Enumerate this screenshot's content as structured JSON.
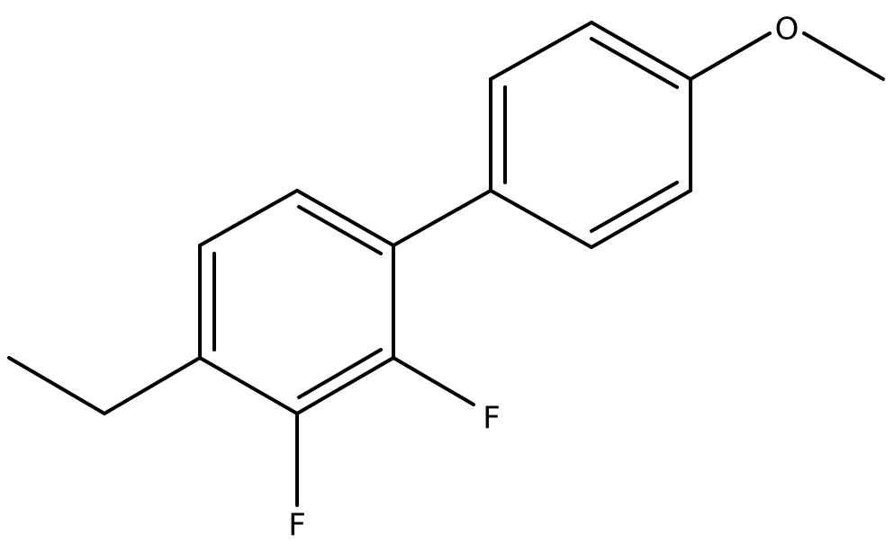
{
  "molecule": {
    "atoms": {
      "oxygen": "O",
      "fluorine_1": "F",
      "fluorine_2": "F"
    }
  },
  "colors": {
    "bond": "#000000",
    "label": "#000000",
    "background": "#ffffff"
  }
}
